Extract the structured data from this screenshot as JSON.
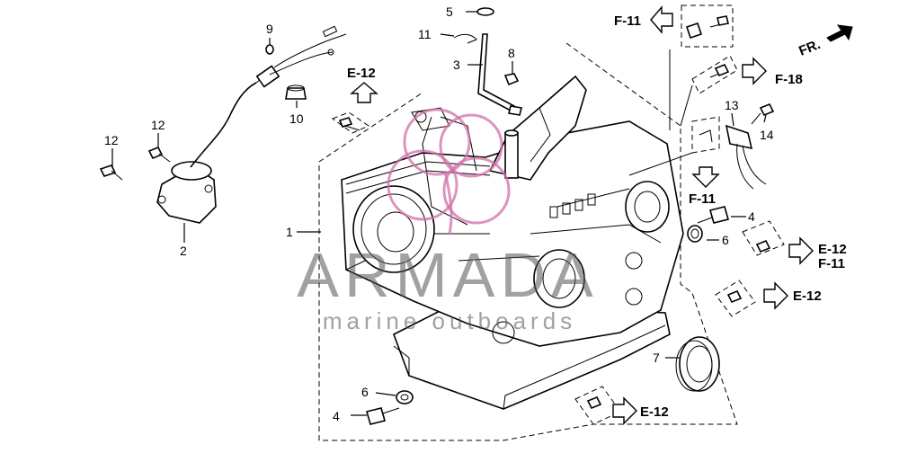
{
  "callouts": {
    "n1": "1",
    "n2": "2",
    "n3": "3",
    "n4a": "4",
    "n4b": "4",
    "n5": "5",
    "n6a": "6",
    "n6b": "6",
    "n7": "7",
    "n8": "8",
    "n9": "9",
    "n10": "10",
    "n11": "11",
    "n12a": "12",
    "n12b": "12",
    "n13": "13",
    "n14": "14"
  },
  "refs": {
    "f11_top": "F-11",
    "e12_top": "E-12",
    "f18": "F-18",
    "f11_mid": "F-11",
    "e12_right1": "E-12",
    "f11_right": "F-11",
    "e12_right2": "E-12",
    "e12_bottom": "E-12",
    "front": "FR."
  },
  "watermark": {
    "brand": "ARMADA",
    "tagline": "marine outboards"
  },
  "colors": {
    "line": "#000000",
    "logo": "#d070a8",
    "watermark_text": "#555555"
  }
}
